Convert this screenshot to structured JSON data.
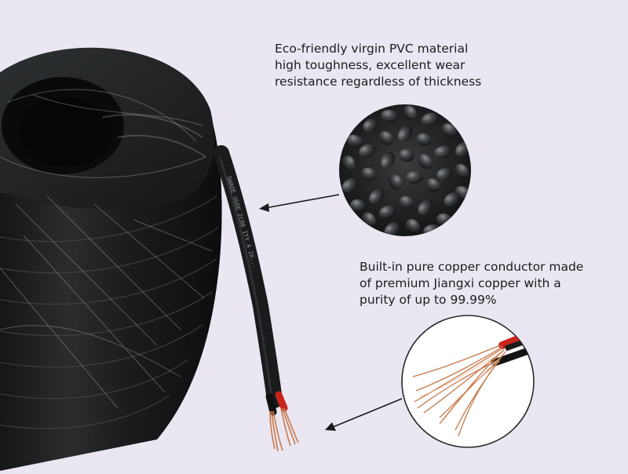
{
  "callouts": {
    "pvc": {
      "lines": [
        "Eco-friendly virgin PVC material",
        "high toughness, excellent wear",
        "resistance regardless of thickness"
      ]
    },
    "copper": {
      "lines": [
        "Built-in pure copper conductor made",
        "of premium Jiangxi copper with a",
        "purity of up to 99.99%"
      ]
    }
  },
  "cable_print": "SWAOE VGOE 2C0B ITY A 2X...",
  "colors": {
    "background": "#eae7f2",
    "cable_jacket": "#1f2122",
    "copper": "#c8794a",
    "red_insulation": "#c9241f",
    "text": "#1c1c1c"
  }
}
